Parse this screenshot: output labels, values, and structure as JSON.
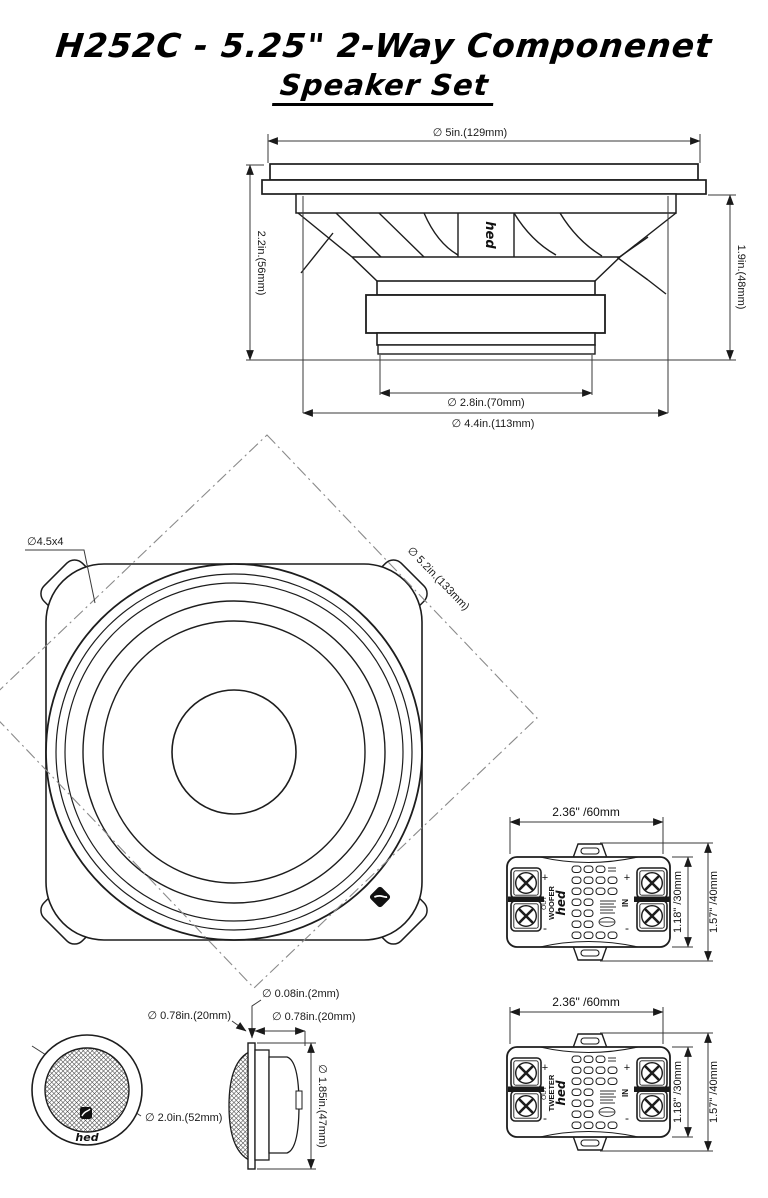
{
  "title": {
    "line1": "H252C - 5.25\" 2-Way Componenet",
    "line2": "Speaker Set"
  },
  "woofer_side": {
    "brand": "hed",
    "dim_overall_diameter": "∅ 5in.(129mm)",
    "dim_mount_height": "2.2in.(56mm)",
    "dim_depth": "1.9in.(48mm)",
    "dim_magnet_diameter": "∅ 2.8in.(70mm)",
    "dim_cutout_diameter": "∅ 4.4in.(113mm)"
  },
  "woofer_front": {
    "dim_mount_holes": "∅4.5x4",
    "dim_bolt_circle": "∅ 5.2in.(133mm)"
  },
  "crossover_woofer": {
    "dim_width": "2.36\" /60mm",
    "dim_body_height": "1.18\" /30mm",
    "dim_overall_height": "1.57\" /40mm",
    "brand": "hed",
    "channel_label": "WOOFER",
    "out_label": "OUT",
    "in_label": "IN",
    "plus_left": "+",
    "minus_left": "-",
    "plus_right": "+",
    "minus_right": "-"
  },
  "crossover_tweeter": {
    "dim_width": "2.36\" /60mm",
    "dim_body_height": "1.18\" /30mm",
    "dim_overall_height": "1.57\" /40mm",
    "brand": "hed",
    "channel_label": "TWEETER",
    "out_label": "OUT",
    "in_label": "IN",
    "plus_left": "+",
    "minus_left": "-",
    "plus_right": "+",
    "minus_right": "-"
  },
  "tweeter_front": {
    "brand": "hed",
    "dim_diameter": "∅ 2.0in.(52mm)"
  },
  "tweeter_side": {
    "dim_flange_thickness": "∅ 0.08in.(2mm)",
    "dim_depth_a": "∅ 0.78in.(20mm)",
    "dim_depth_b": "∅ 0.78in.(20mm)",
    "dim_diameter": "∅ 1.85in.(47mm)"
  }
}
